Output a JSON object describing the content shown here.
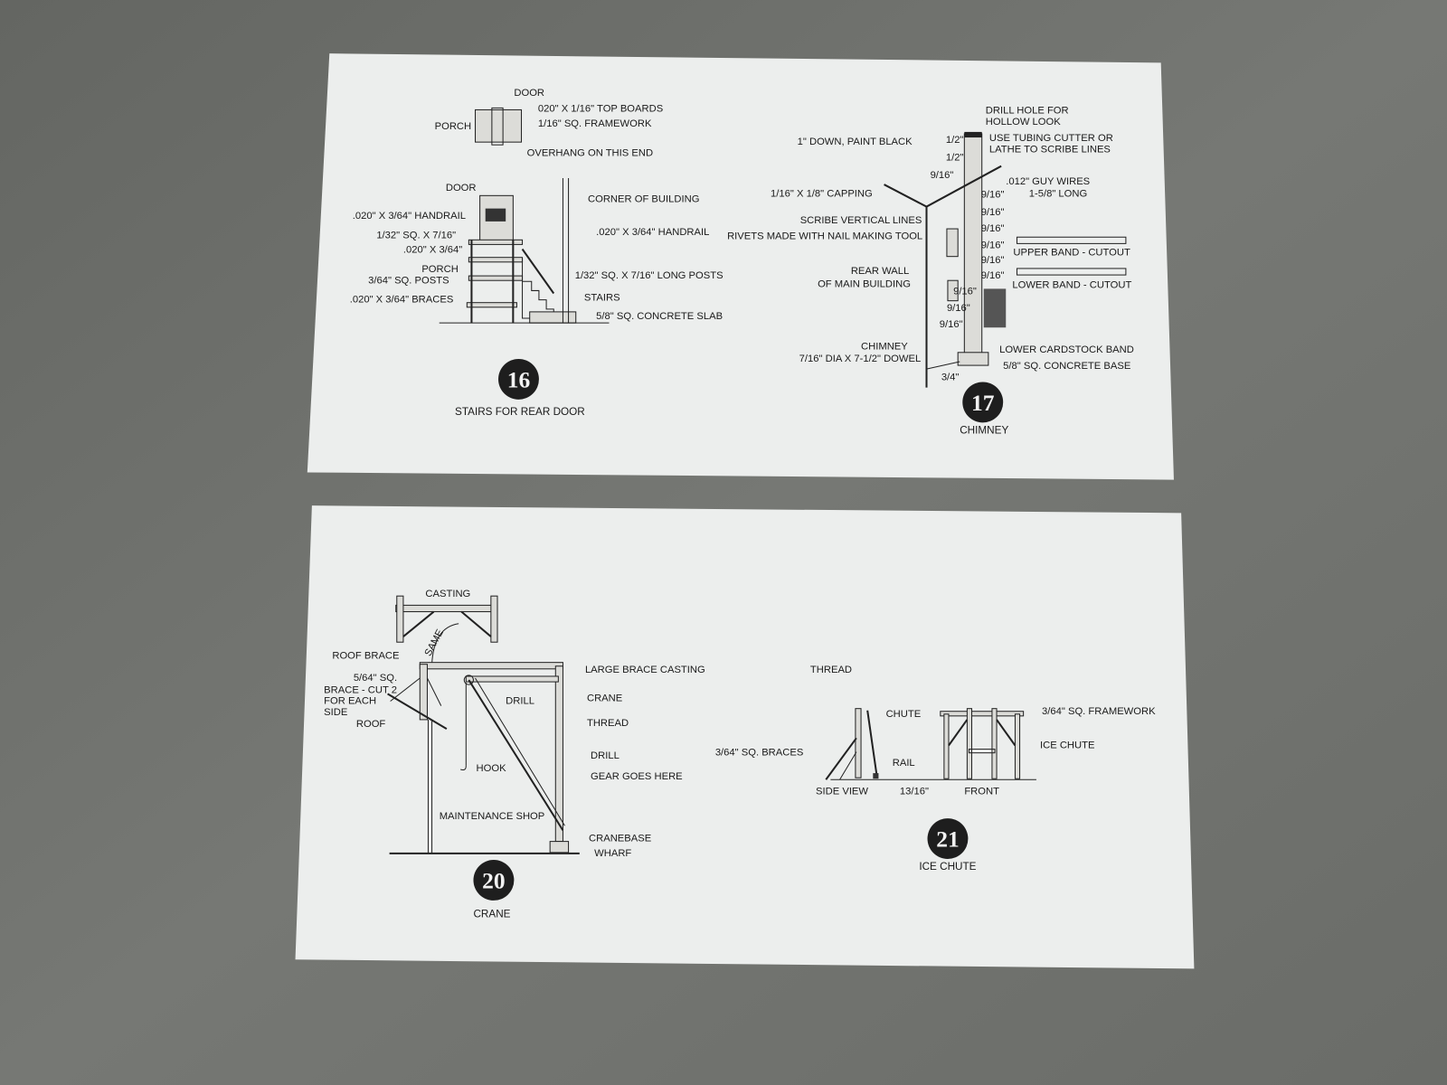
{
  "cards": [
    {
      "number": "16",
      "caption": "STAIRS FOR REAR DOOR",
      "labels": [
        "DOOR",
        "020\" X 1/16\" TOP BOARDS",
        "1/16\" SQ. FRAMEWORK",
        "PORCH",
        "OVERHANG ON THIS END",
        "DOOR",
        "CORNER OF BUILDING",
        ".020\" X 3/64\" HANDRAIL",
        ".020\" X 3/64\" HANDRAIL",
        "1/32\" SQ. X 7/16\"",
        ".020\" X 3/64\"",
        "PORCH",
        "3/64\" SQ. POSTS",
        "1/32\" SQ. X 7/16\" LONG POSTS",
        "STAIRS",
        ".020\" X 3/64\" BRACES",
        "5/8\" SQ. CONCRETE SLAB"
      ]
    },
    {
      "number": "17",
      "caption": "CHIMNEY",
      "labels": [
        "DRILL HOLE FOR",
        "HOLLOW LOOK",
        "1\" DOWN, PAINT BLACK",
        "USE TUBING CUTTER OR",
        "LATHE TO SCRIBE LINES",
        "1/2\"",
        "1/2\"",
        "9/16\"",
        ".012\" GUY WIRES",
        "1-5/8\" LONG",
        "1/16\" X 1/8\" CAPPING",
        "9/16\"",
        "9/16\"",
        "9/16\"",
        "9/16\"",
        "9/16\"",
        "9/16\"",
        "SCRIBE VERTICAL LINES",
        "RIVETS MADE WITH NAIL MAKING TOOL",
        "UPPER BAND - CUTOUT",
        "REAR WALL",
        "OF MAIN BUILDING",
        "LOWER BAND - CUTOUT",
        "9/16\"",
        "9/16\"",
        "9/16\"",
        "CHIMNEY",
        "7/16\" DIA X 7-1/2\" DOWEL",
        "LOWER CARDSTOCK BAND",
        "5/8\" SQ. CONCRETE BASE",
        "3/4\""
      ]
    },
    {
      "number": "20",
      "caption": "CRANE",
      "labels": [
        "CASTING",
        "SAME",
        "ROOF BRACE",
        "5/64\" SQ.",
        "BRACE - CUT 2",
        "FOR  EACH",
        "SIDE",
        "ROOF",
        "LARGE BRACE CASTING",
        "CRANE",
        "DRILL",
        "THREAD",
        "DRILL",
        "HOOK",
        "GEAR   GOES   HERE",
        "MAINTENANCE SHOP",
        "CRANEBASE",
        "WHARF"
      ]
    },
    {
      "number": "21",
      "caption": "ICE CHUTE",
      "labels": [
        "THREAD",
        "CHUTE",
        "3/64\" SQ. FRAMEWORK",
        "ICE CHUTE",
        "3/64\" SQ. BRACES",
        "RAIL",
        "SIDE VIEW",
        "13/16\"",
        "FRONT"
      ]
    }
  ],
  "colors": {
    "surface": "#6e706d",
    "card": "#eceeed",
    "badge": "#1e1e1e"
  }
}
